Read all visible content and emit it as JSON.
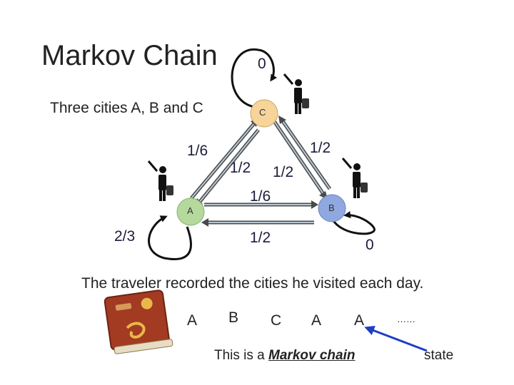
{
  "slide": {
    "title": "Markov Chain",
    "subtitle": "Three cities A, B and C"
  },
  "nodes": {
    "A": {
      "label": "A",
      "color": "#b5d99c"
    },
    "B": {
      "label": "B",
      "color": "#8fa8e0"
    },
    "C": {
      "label": "C",
      "color": "#f6d49a"
    }
  },
  "edges": {
    "self_A": "2/3",
    "self_B": "0",
    "self_C": "0",
    "A_to_C": "1/6",
    "C_to_A": "1/2",
    "C_to_B": "1/2",
    "B_to_C": "1/2",
    "A_to_B": "1/6",
    "B_to_A": "1/2"
  },
  "caption": "The traveler recorded the cities he visited each day.",
  "sequence": [
    "A",
    "B",
    "C",
    "A",
    "A",
    "……"
  ],
  "statement": {
    "prefix": "This is a ",
    "emphasis": "Markov chain"
  },
  "state_label": "state",
  "colors": {
    "arrow": "#4a4a4a",
    "arrow_inner": "#b7c6d2",
    "blue_arrow": "#1f3ec4",
    "book": "#a33a22"
  },
  "icons": [
    "traveler-icon",
    "traveler-icon",
    "traveler-icon",
    "diary-book-icon"
  ]
}
